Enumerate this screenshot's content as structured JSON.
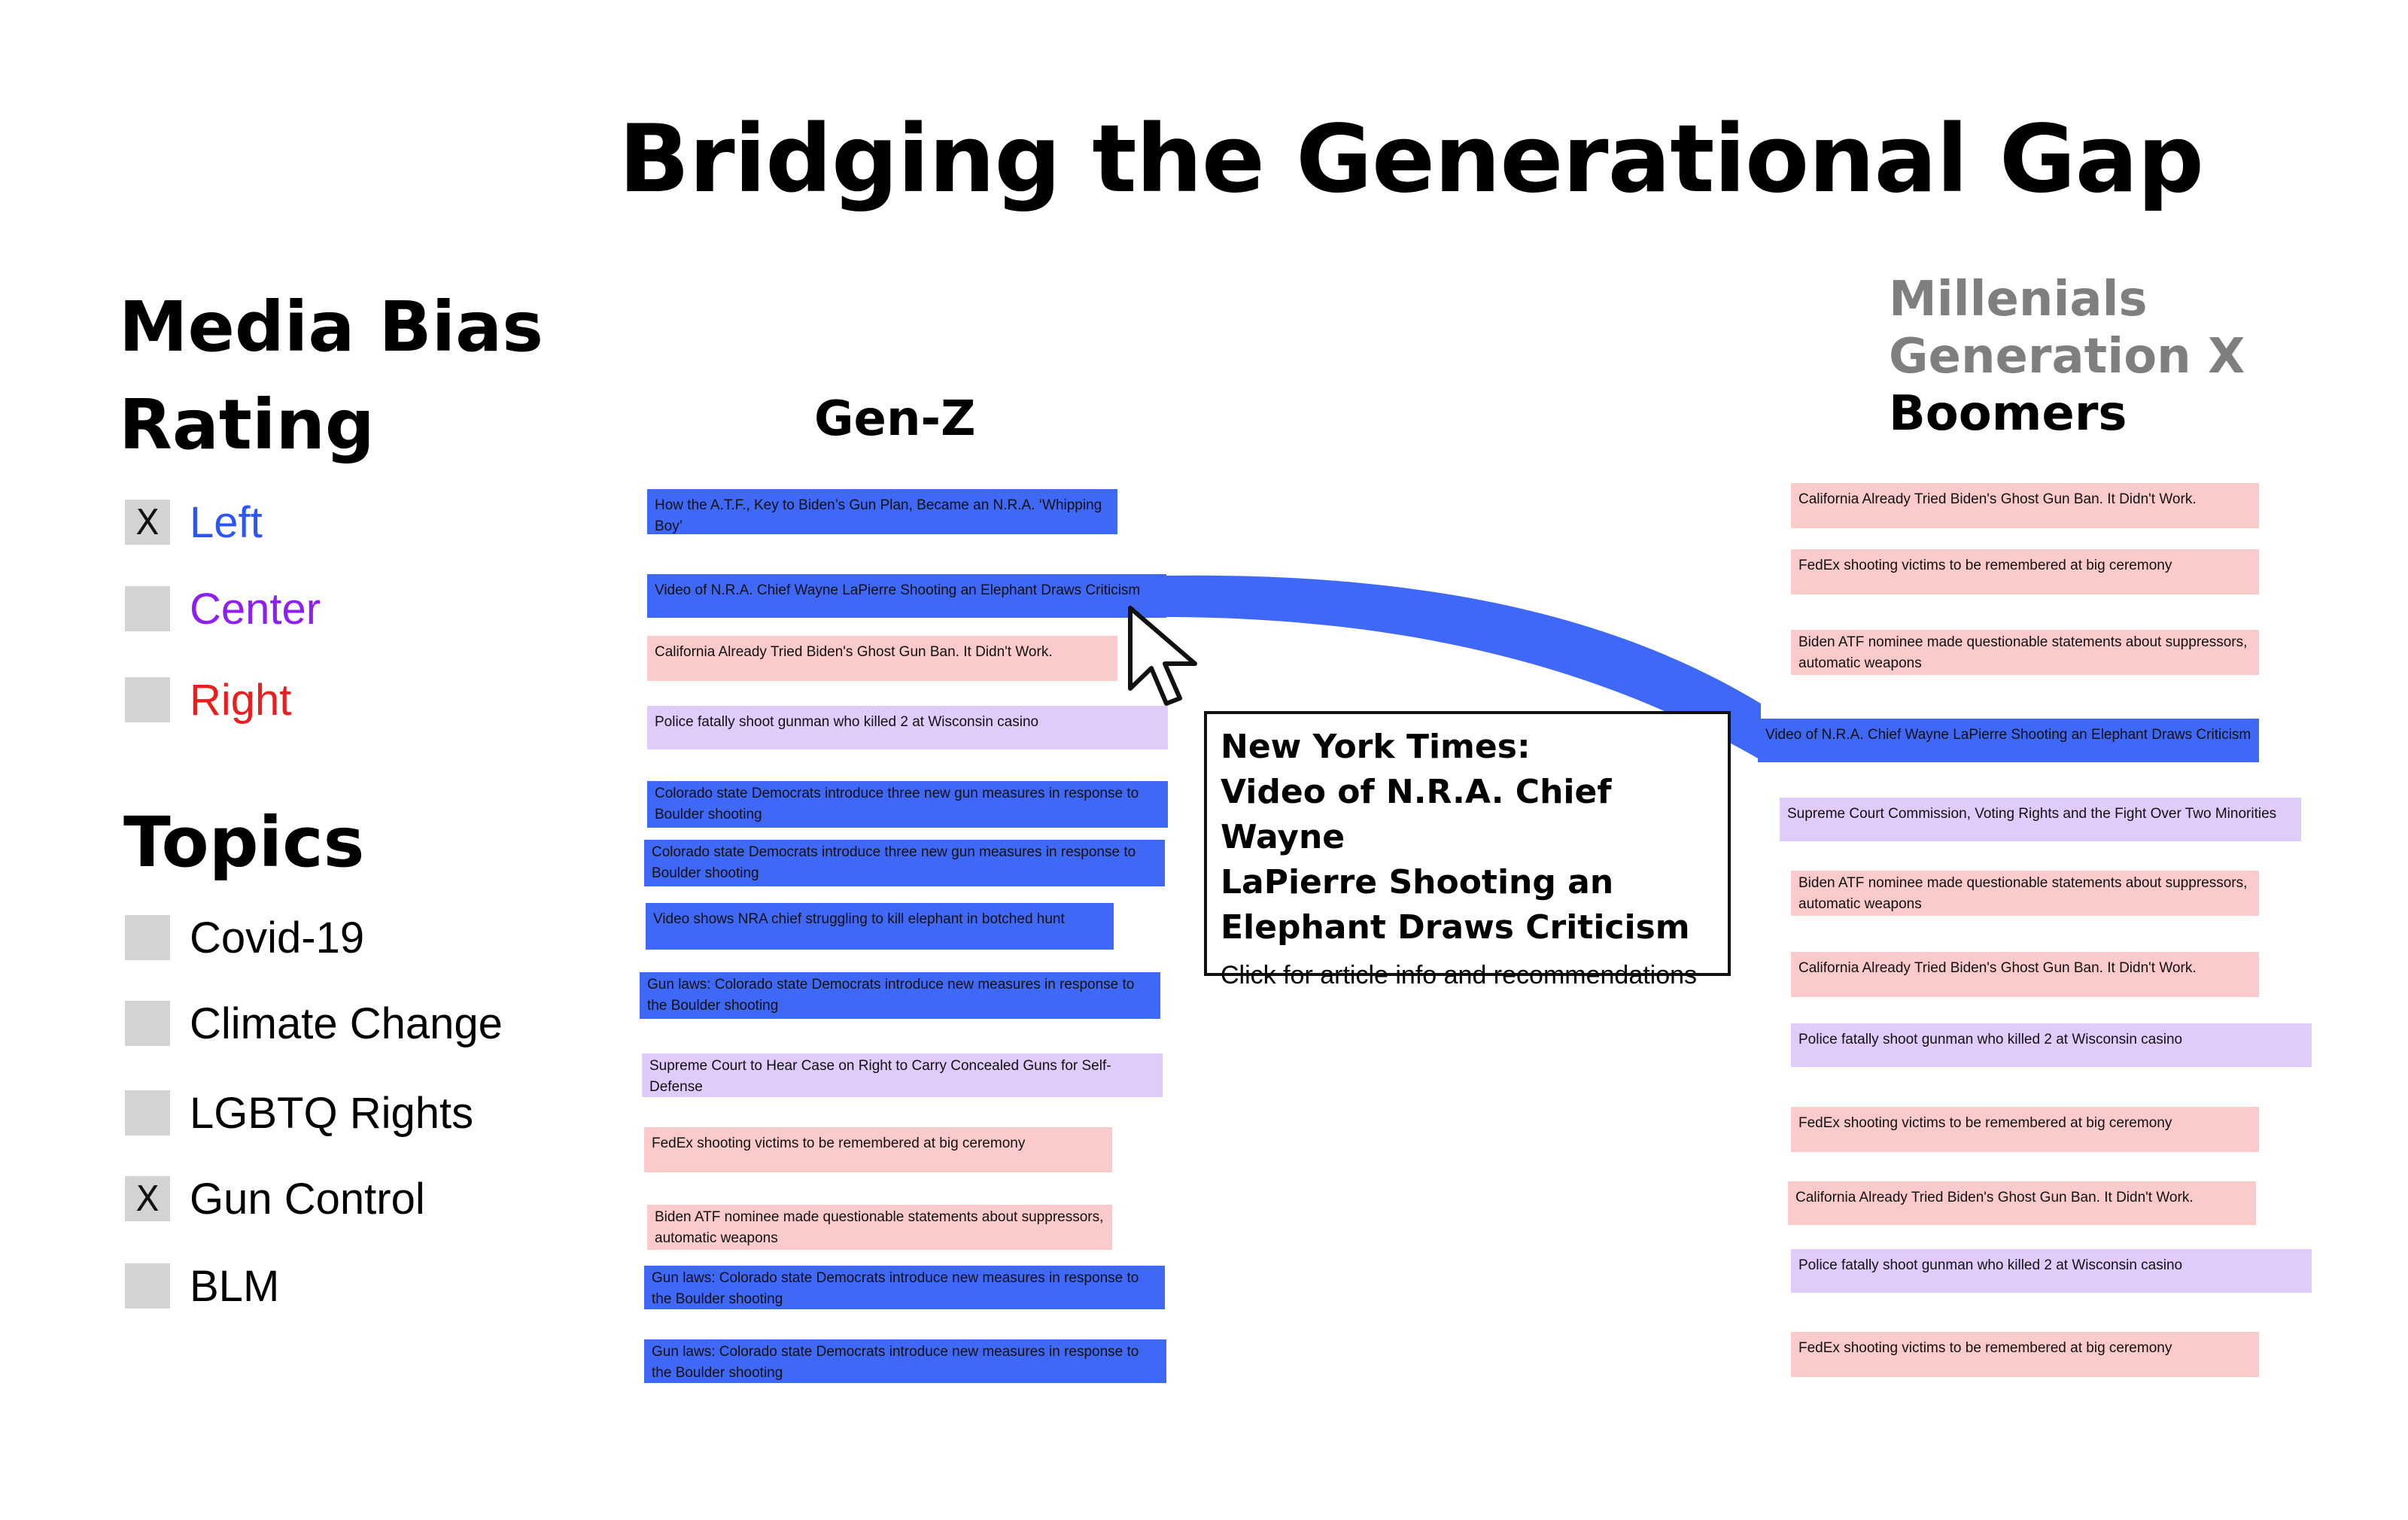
{
  "header": {
    "title": "Bridging the Generational Gap"
  },
  "sidebar": {
    "bias_heading_1": "Media Bias",
    "bias_heading_2": "Rating",
    "bias_options": [
      {
        "label": "Left",
        "checked": "X",
        "color": "#2d55f2"
      },
      {
        "label": "Center",
        "checked": "",
        "color": "#8d1ff0"
      },
      {
        "label": "Right",
        "checked": "",
        "color": "#ea1e1e"
      }
    ],
    "topics_heading": "Topics",
    "topic_options": [
      {
        "label": "Covid-19",
        "checked": ""
      },
      {
        "label": "Climate Change",
        "checked": ""
      },
      {
        "label": "LGBTQ Rights",
        "checked": ""
      },
      {
        "label": "Gun Control",
        "checked": "X"
      },
      {
        "label": "BLM",
        "checked": ""
      }
    ]
  },
  "genz": {
    "heading": "Gen-Z",
    "cards": [
      {
        "text": "How the A.T.F., Key to Biden’s Gun Plan, Became an N.R.A. ‘Whipping Boy’",
        "bias": "left"
      },
      {
        "text": "Video of N.R.A. Chief Wayne LaPierre Shooting an Elephant Draws Criticism",
        "bias": "left"
      },
      {
        "text": "California Already Tried Biden's Ghost Gun Ban. It Didn't Work.",
        "bias": "right"
      },
      {
        "text": "Police fatally shoot gunman who killed 2 at Wisconsin casino",
        "bias": "center"
      },
      {
        "text": "Colorado state Democrats introduce three new gun measures in response to Boulder shooting",
        "bias": "left"
      },
      {
        "text": "Colorado state Democrats introduce three new gun measures in response to Boulder shooting",
        "bias": "left"
      },
      {
        "text": "Video shows NRA chief struggling to kill elephant in botched hunt",
        "bias": "left"
      },
      {
        "text": "Gun laws: Colorado state Democrats introduce new measures in  response to the Boulder shooting",
        "bias": "left"
      },
      {
        "text": "Supreme Court to Hear Case on Right to Carry Concealed Guns for Self-Defense",
        "bias": "center"
      },
      {
        "text": "FedEx shooting victims to be remembered at big ceremony",
        "bias": "right"
      },
      {
        "text": "Biden ATF nominee made questionable statements about suppressors, automatic weapons",
        "bias": "right"
      },
      {
        "text": "Gun laws: Colorado state Democrats introduce new measures in  response to the Boulder shooting",
        "bias": "left"
      },
      {
        "text": "Gun laws: Colorado state Democrats introduce new measures in  response to the Boulder shooting",
        "bias": "left"
      }
    ]
  },
  "generations": {
    "items": [
      {
        "label": "Millenials",
        "color": "#7f7f7f"
      },
      {
        "label": "Generation X",
        "color": "#7f7f7f"
      },
      {
        "label": "Boomers",
        "color": "#000000"
      }
    ],
    "cards": [
      {
        "text": "California Already Tried Biden's Ghost Gun Ban. It Didn't Work.",
        "bias": "right"
      },
      {
        "text": "FedEx shooting victims to be remembered at big ceremony",
        "bias": "right"
      },
      {
        "text": "Biden ATF nominee made questionable statements about suppressors, automatic weapons",
        "bias": "right"
      },
      {
        "text": "Video of N.R.A. Chief Wayne LaPierre Shooting an Elephant Draws Criticism",
        "bias": "left"
      },
      {
        "text": "Supreme Court Commission, Voting Rights and the Fight Over Two Minorities",
        "bias": "center"
      },
      {
        "text": "Biden ATF nominee made questionable statements about suppressors, automatic weapons",
        "bias": "right"
      },
      {
        "text": "California Already Tried Biden's Ghost Gun Ban. It Didn't Work.",
        "bias": "right"
      },
      {
        "text": "Police fatally shoot gunman who killed 2 at Wisconsin casino",
        "bias": "center"
      },
      {
        "text": "FedEx shooting victims to be remembered at big ceremony",
        "bias": "right"
      },
      {
        "text": "California Already Tried Biden's Ghost Gun Ban. It Didn't Work.",
        "bias": "right"
      },
      {
        "text": "Police fatally shoot gunman who killed 2 at Wisconsin casino",
        "bias": "center"
      },
      {
        "text": "FedEx shooting victims to be remembered at big ceremony",
        "bias": "right"
      }
    ]
  },
  "tooltip": {
    "source": "New York Times:",
    "headline_1": "Video of N.R.A. Chief Wayne",
    "headline_2": "LaPierre Shooting an",
    "headline_3": "Elephant Draws Criticism",
    "cta": "Click for article info and recommendations"
  },
  "colors": {
    "left": "#3f68f7",
    "center": "#e0cbfb",
    "right": "#fbcaca"
  }
}
